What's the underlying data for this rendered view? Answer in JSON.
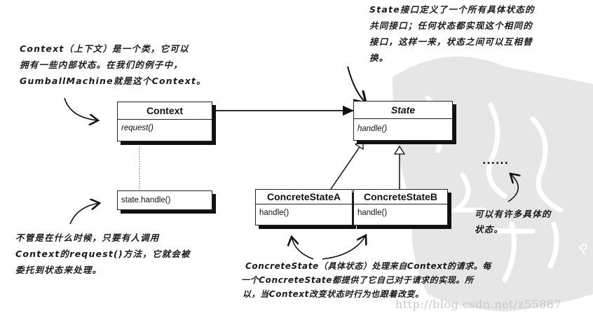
{
  "diagram": {
    "classes": {
      "context": {
        "name": "Context",
        "method": "request()"
      },
      "state": {
        "name": "State",
        "method": "handle()"
      },
      "concrete_a": {
        "name": "ConcreteStateA",
        "method": "handle()"
      },
      "concrete_b": {
        "name": "ConcreteStateB",
        "method": "handle()"
      },
      "note_box": {
        "code": "state.handle()"
      }
    },
    "more_states": "......",
    "annotations": {
      "context_note": [
        "Context（上下文）是一个类，它可以",
        "拥有一些内部状态。在我们的例子中，",
        "GumballMachine就是这个Context。"
      ],
      "state_note": [
        "State接口定义了一个所有具体状态的",
        "共同接口；任何状态都实现这个相同的",
        "接口，这样一来，状态之间可以互相替",
        "换。"
      ],
      "request_note": [
        "不管是在什么时候，只要有人调用",
        "Context的request()方法，它就会被",
        "委托到状态来处理。"
      ],
      "concrete_note": [
        "ConcreteState（具体状态）处理来自Context的请求。每",
        "一个ConcreteState都提供了它自己对于请求的实现。所",
        "以，当Context改变状态时行为也跟着改变。"
      ],
      "many_states_note": [
        "可以有许多具体的",
        "状态。"
      ]
    },
    "watermark": "http://blog.csdn.net/z55887",
    "watermark_corner": "P"
  },
  "colors": {
    "background": "#ffffff",
    "ink": "#111111",
    "watermark_shape": "#e6e6e6",
    "watermark_text": "#c8c8c8"
  }
}
